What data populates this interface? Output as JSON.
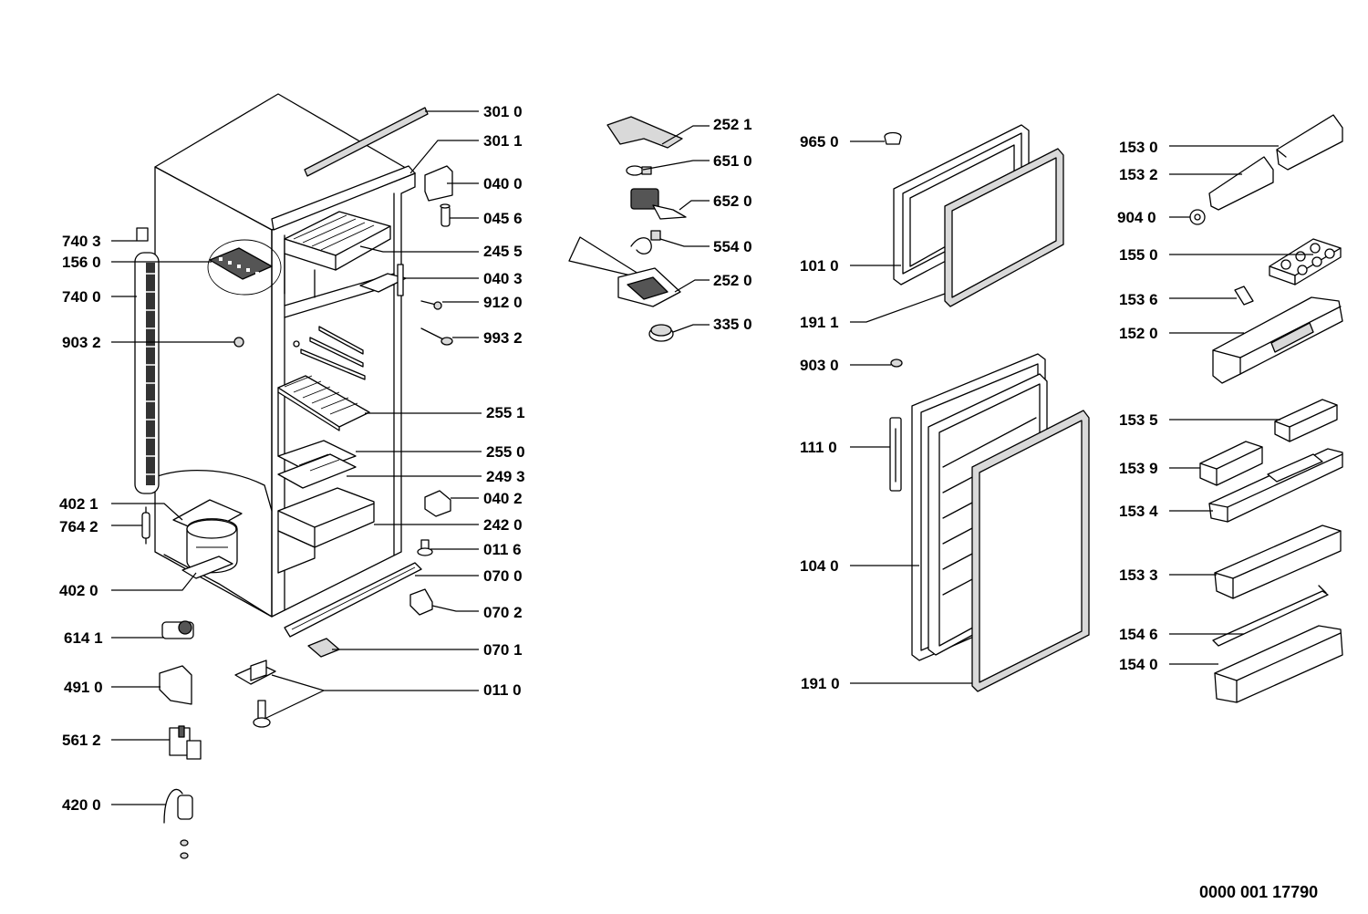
{
  "document_number": "0000 001 17790",
  "labels": {
    "c3010": "301 0",
    "c3011": "301 1",
    "c0400": "040 0",
    "c0456": "045 6",
    "c2455": "245 5",
    "c0403": "040 3",
    "c9120": "912 0",
    "c9932": "993 2",
    "c2551": "255 1",
    "c2550": "255 0",
    "c2493": "249 3",
    "c0402": "040 2",
    "c2420": "242 0",
    "c0116": "011 6",
    "c0700": "070 0",
    "c0702": "070 2",
    "c0701": "070 1",
    "c0110": "011 0",
    "c7403": "740 3",
    "c1560": "156 0",
    "c7400": "740 0",
    "c9032": "903 2",
    "c4021": "402 1",
    "c7642": "764 2",
    "c4020": "402 0",
    "c6141": "614 1",
    "c4910": "491 0",
    "c5612": "561 2",
    "c4200": "420 0",
    "c2521": "252 1",
    "c6510": "651 0",
    "c6520": "652 0",
    "c5540": "554 0",
    "c2520": "252 0",
    "c3350": "335 0",
    "c9650": "965 0",
    "c1010": "101 0",
    "c1911": "191 1",
    "c9030": "903 0",
    "c1110": "111 0",
    "c1040": "104 0",
    "c1910": "191 0",
    "c1530": "153 0",
    "c1532": "153 2",
    "c9040": "904 0",
    "c1550": "155 0",
    "c1536": "153 6",
    "c1520": "152 0",
    "c1535": "153 5",
    "c1539": "153 9",
    "c1534": "153 4",
    "c1533": "153 3",
    "c1546": "154 6",
    "c1540": "154 0"
  }
}
